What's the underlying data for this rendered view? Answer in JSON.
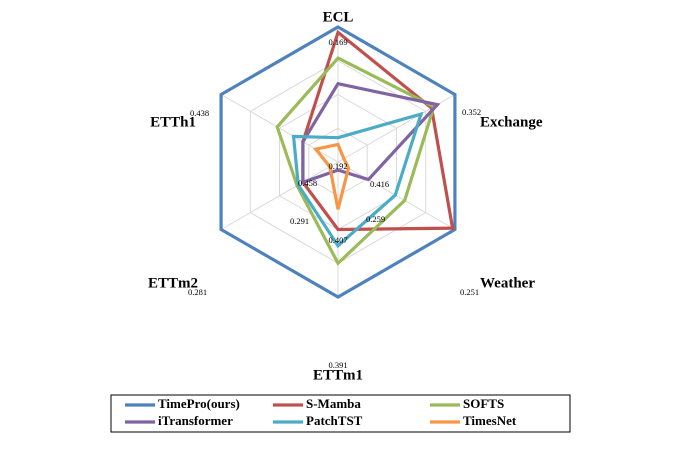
{
  "chart_data": {
    "type": "radar",
    "axes": [
      "ECL",
      "Exchange",
      "Weather",
      "ETTm1",
      "ETTm2",
      "ETTh1"
    ],
    "outer_labels": [
      "0.169",
      "0.352",
      "0.251",
      "0.391",
      "0.281",
      "0.438"
    ],
    "inner_labels": [
      "0.192",
      "0.416",
      "0.259",
      "0.407",
      "0.291",
      "0.458"
    ],
    "grid_levels": 4,
    "series": [
      {
        "name": "TimePro(ours)",
        "color": "#4F81BD",
        "values": [
          1.0,
          1.0,
          1.0,
          1.0,
          1.0,
          1.0
        ]
      },
      {
        "name": "S-Mamba",
        "color": "#C0504D",
        "values": [
          0.96,
          0.8,
          0.98,
          0.5,
          0.3,
          0.3
        ]
      },
      {
        "name": "SOFTS",
        "color": "#9BBB59",
        "values": [
          0.77,
          0.82,
          0.57,
          0.75,
          0.35,
          0.52
        ]
      },
      {
        "name": "iTransformer",
        "color": "#8064A2",
        "values": [
          0.58,
          0.85,
          0.26,
          0.06,
          0.3,
          0.3
        ]
      },
      {
        "name": "PatchTST",
        "color": "#4BACC6",
        "values": [
          0.18,
          0.71,
          0.49,
          0.62,
          0.34,
          0.38
        ]
      },
      {
        "name": "TimesNet",
        "color": "#F79646",
        "values": [
          0.13,
          0.05,
          0.09,
          0.35,
          0.07,
          0.19
        ]
      }
    ]
  }
}
